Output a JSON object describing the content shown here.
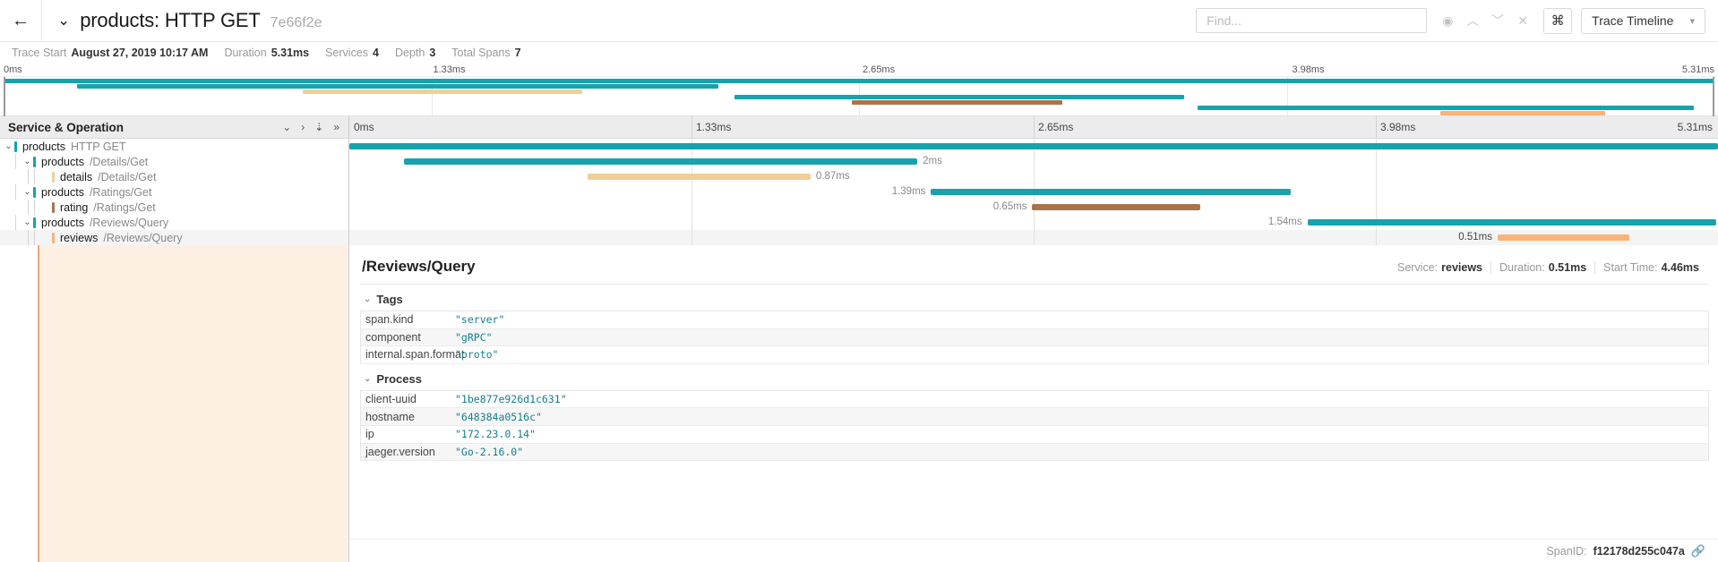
{
  "header": {
    "back_icon": "arrow-left-icon",
    "collapse_icon": "chevron-down-icon",
    "title": "products: HTTP GET",
    "trace_id": "7e66f2e",
    "find_placeholder": "Find...",
    "find_value": "",
    "nav_icons": [
      "target-icon",
      "chevron-up-icon",
      "chevron-down-icon",
      "close-icon"
    ],
    "cmd_label": "⌘",
    "view_mode": "Trace Timeline",
    "view_chevron": "⌄"
  },
  "meta": [
    {
      "label": "Trace Start",
      "value": "August 27, 2019 10:17 AM"
    },
    {
      "label": "Duration",
      "value": "5.31ms"
    },
    {
      "label": "Services",
      "value": "4"
    },
    {
      "label": "Depth",
      "value": "3"
    },
    {
      "label": "Total Spans",
      "value": "7"
    }
  ],
  "ticks": [
    "0ms",
    "1.33ms",
    "2.65ms",
    "3.98ms",
    "5.31ms"
  ],
  "columns": {
    "service_operation": "Service & Operation",
    "controls": [
      "⌄",
      "›",
      "⇊",
      "»"
    ]
  },
  "colors": {
    "teal": "#17a2ac",
    "tan": "#f0cf97",
    "brown": "#a9744a",
    "peach": "#fab377",
    "accent_value": "#137e8d"
  },
  "spans": [
    {
      "service": "products",
      "operation": "HTTP GET",
      "depth": 0,
      "color": "#17a2ac",
      "start_pct": 0.0,
      "width_pct": 100.0,
      "duration": "",
      "label_side": "none",
      "expandable": true,
      "selected": false
    },
    {
      "service": "products",
      "operation": "/Details/Get",
      "depth": 1,
      "color": "#17a2ac",
      "start_pct": 4.0,
      "width_pct": 37.5,
      "duration": "2ms",
      "label_side": "right",
      "expandable": true,
      "selected": false
    },
    {
      "service": "details",
      "operation": "/Details/Get",
      "depth": 2,
      "color": "#f0cf97",
      "start_pct": 17.4,
      "width_pct": 16.3,
      "duration": "0.87ms",
      "label_side": "right",
      "expandable": false,
      "selected": false
    },
    {
      "service": "products",
      "operation": "/Ratings/Get",
      "depth": 1,
      "color": "#17a2ac",
      "start_pct": 42.5,
      "width_pct": 26.3,
      "duration": "1.39ms",
      "label_side": "left",
      "expandable": true,
      "selected": false
    },
    {
      "service": "rating",
      "operation": "/Ratings/Get",
      "depth": 2,
      "color": "#a9744a",
      "start_pct": 49.9,
      "width_pct": 12.3,
      "duration": "0.65ms",
      "label_side": "left",
      "expandable": false,
      "selected": false
    },
    {
      "service": "products",
      "operation": "/Reviews/Query",
      "depth": 1,
      "color": "#17a2ac",
      "start_pct": 70.0,
      "width_pct": 29.9,
      "duration": "1.54ms",
      "label_side": "left",
      "expandable": true,
      "selected": false
    },
    {
      "service": "reviews",
      "operation": "/Reviews/Query",
      "depth": 2,
      "color": "#fab377",
      "start_pct": 83.9,
      "width_pct": 9.6,
      "duration": "0.51ms",
      "label_side": "left",
      "expandable": false,
      "selected": true
    }
  ],
  "minimap_bars": [
    {
      "start_pct": 0.0,
      "width_pct": 100.0,
      "color": "#17a2ac"
    },
    {
      "start_pct": 4.3,
      "width_pct": 37.5,
      "color": "#17a2ac"
    },
    {
      "start_pct": 17.5,
      "width_pct": 16.3,
      "color": "#f0cf97"
    },
    {
      "start_pct": 42.7,
      "width_pct": 26.3,
      "color": "#17a2ac"
    },
    {
      "start_pct": 49.6,
      "width_pct": 12.3,
      "color": "#a9744a"
    },
    {
      "start_pct": 69.8,
      "width_pct": 29.0,
      "color": "#17a2ac"
    },
    {
      "start_pct": 84.0,
      "width_pct": 9.6,
      "color": "#fab377"
    }
  ],
  "detail": {
    "title": "/Reviews/Query",
    "service_label": "Service:",
    "service_value": "reviews",
    "duration_label": "Duration:",
    "duration_value": "0.51ms",
    "start_label": "Start Time:",
    "start_value": "4.46ms",
    "tags_title": "Tags",
    "tags": [
      {
        "key": "span.kind",
        "value": "\"server\""
      },
      {
        "key": "component",
        "value": "\"gRPC\""
      },
      {
        "key": "internal.span.format",
        "value": "\"proto\""
      }
    ],
    "process_title": "Process",
    "process": [
      {
        "key": "client-uuid",
        "value": "\"1be877e926d1c631\""
      },
      {
        "key": "hostname",
        "value": "\"648384a0516c\""
      },
      {
        "key": "ip",
        "value": "\"172.23.0.14\""
      },
      {
        "key": "jaeger.version",
        "value": "\"Go-2.16.0\""
      }
    ],
    "spanid_label": "SpanID:",
    "spanid_value": "f12178d255c047a",
    "link_icon": "link-icon"
  }
}
